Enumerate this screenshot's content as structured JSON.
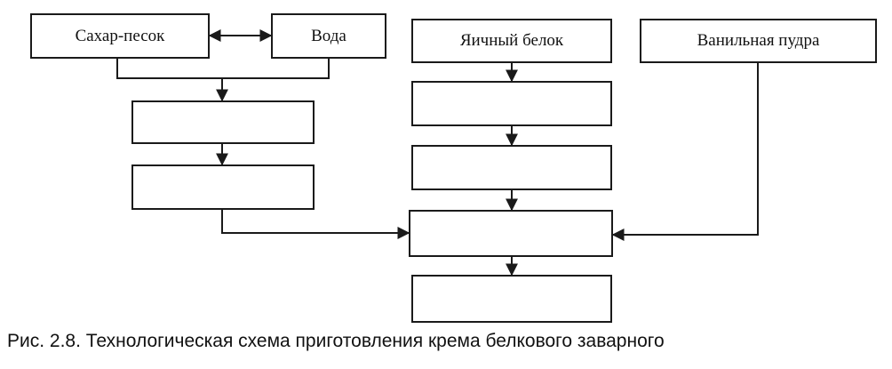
{
  "diagram": {
    "nodes": {
      "sugar": "Сахар-песок",
      "water": "Вода",
      "egg_white": "Яичный белок",
      "vanilla": "Ванильная пудра",
      "left_step_1": "",
      "left_step_2": "",
      "right_step_1": "",
      "right_step_2": "",
      "merge_step": "",
      "final_step": ""
    }
  },
  "caption": "Рис. 2.8. Технологическая схема приготовления крема белкового заварного",
  "colors": {
    "line": "#1a1a1a",
    "background": "#ffffff"
  }
}
